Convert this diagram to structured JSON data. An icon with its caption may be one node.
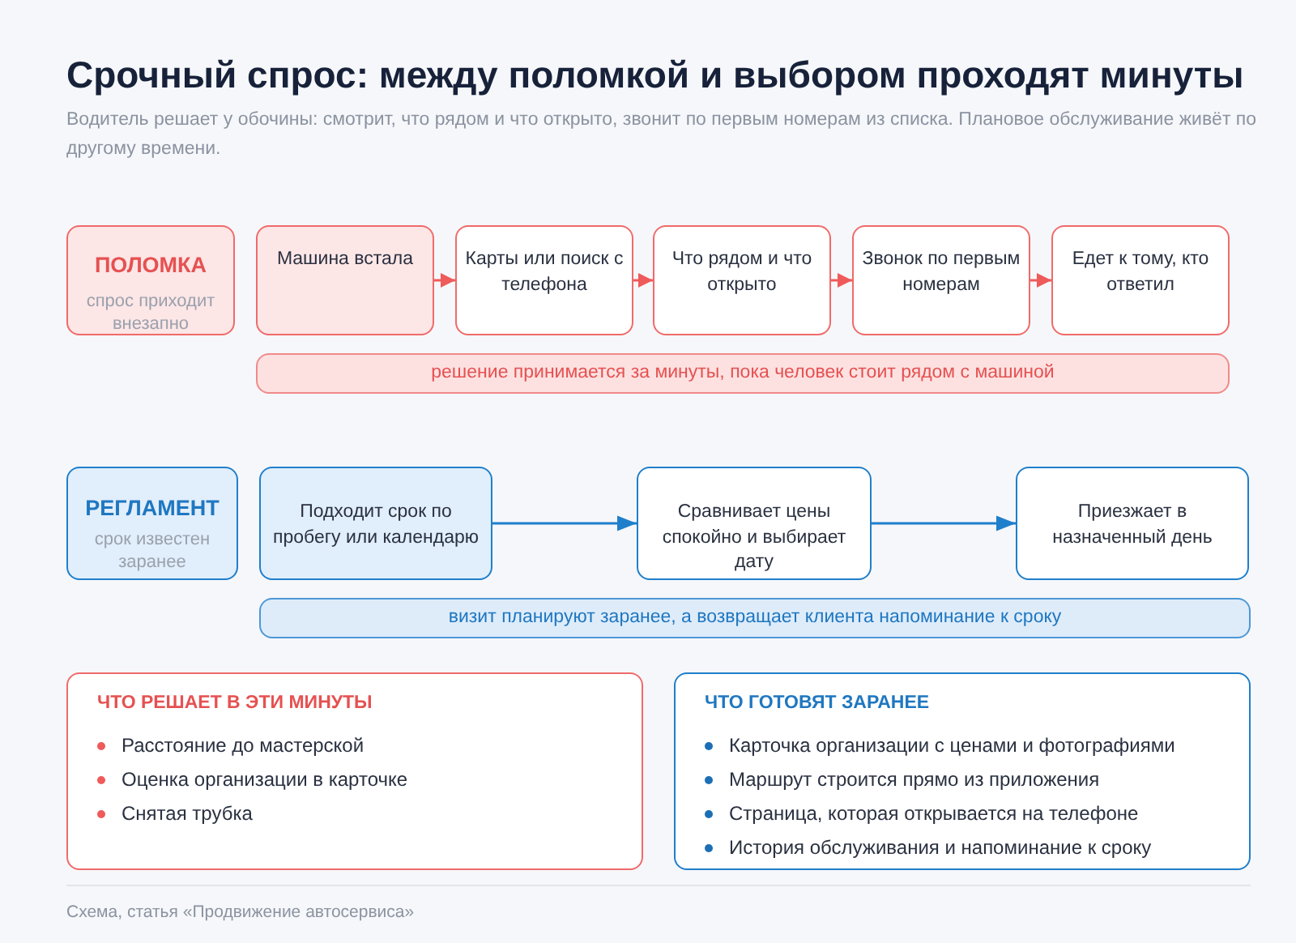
{
  "diagram": {
    "title": "Срочный спрос: между поломкой и выбором проходят минуты",
    "nodes": [
      {
        "text": [
          "ПОЛОМКА",
          "спрос приходит внезапно"
        ]
      },
      {
        "text": [
          "Машина встала"
        ]
      },
      {
        "text": [
          "Карты или поиск с телефона"
        ]
      },
      {
        "text": [
          "Что рядом и что открыто"
        ]
      },
      {
        "text": [
          "Звонок по первым номерам"
        ]
      },
      {
        "text": [
          "Едет к тому, кто ответил"
        ]
      },
      {
        "text": [
          "решение принимается за минуты, пока человек стоит рядом с машиной"
        ]
      },
      {
        "text": [
          "РЕГЛАМЕНТ",
          "срок известен заранее"
        ]
      },
      {
        "text": [
          "Подходит срок по пробегу или календарю"
        ]
      },
      {
        "text": [
          "Сравнивает цены спокойно и выбирает дату"
        ]
      },
      {
        "text": [
          "Приезжает в назначенный день"
        ]
      },
      {
        "text": [
          "визит планируют заранее, а возвращает клиента напоминание к сроку"
        ]
      },
      {
        "text": [
          "ЧТО РЕШАЕТ В ЭТИ МИНУТЫ",
          "Расстояние до мастерской",
          "Оценка организации в карточке",
          "Снятая трубка"
        ]
      },
      {
        "text": [
          "ЧТО ГОТОВЯТ ЗАРАНЕЕ",
          "Карточка организации с ценами и фотографиями",
          "Маршрут строится прямо из приложения",
          "Страница, которая открывается на телефоне",
          "История обслуживания и напоминание к сроку"
        ]
      }
    ],
    "edges": [
      {
        "from": 1,
        "to": 2,
        "arrow": "to"
      },
      {
        "from": 2,
        "to": 3,
        "arrow": "to"
      },
      {
        "from": 3,
        "to": 4,
        "arrow": "to"
      },
      {
        "from": 4,
        "to": 5,
        "arrow": "to"
      },
      {
        "from": 8,
        "to": 9,
        "arrow": "to",
        "color": "#1f7fcb"
      },
      {
        "from": 9,
        "to": 10,
        "arrow": "to",
        "color": "#1f7fcb"
      }
    ],
    "labels": [
      "Водитель решает у обочины: смотрит, что рядом и что открыто, звонит по первым номерам из списка. Плановое обслуживание живёт по другому времени."
    ],
    "caption": "Схема, статья «Продвижение автосервиса»"
  }
}
